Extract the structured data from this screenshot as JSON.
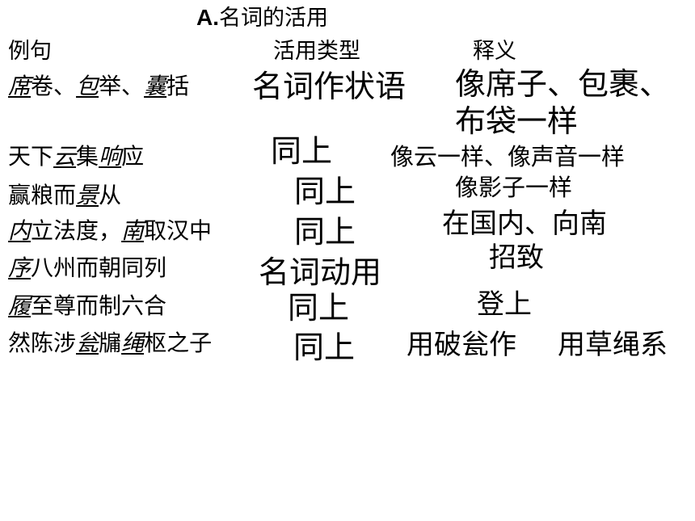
{
  "title": {
    "mark": "A.",
    "text": "名词的活用"
  },
  "headers": {
    "example": "例句",
    "type": "活用类型",
    "meaning": "释义"
  },
  "rows": [
    {
      "example": [
        {
          "t": "席",
          "em": true
        },
        {
          "t": "卷、"
        },
        {
          "t": "包",
          "em": true
        },
        {
          "t": "举、"
        },
        {
          "t": "囊",
          "em": true
        },
        {
          "t": "括"
        }
      ],
      "type": "名词作状语",
      "meaning": [
        "像席子、包裹、",
        "布袋一样"
      ]
    },
    {
      "example": [
        {
          "t": "天下"
        },
        {
          "t": "云",
          "em": true
        },
        {
          "t": "集"
        },
        {
          "t": "响",
          "em": true
        },
        {
          "t": "应"
        }
      ],
      "type": "同上",
      "meaning": [
        "像云一样、像声音一样"
      ]
    },
    {
      "example": [
        {
          "t": "赢粮而"
        },
        {
          "t": "景",
          "em": true
        },
        {
          "t": "从"
        }
      ],
      "type": "同上",
      "meaning": [
        "像影子一样"
      ]
    },
    {
      "example": [
        {
          "t": "内",
          "em": true
        },
        {
          "t": "立法度，"
        },
        {
          "t": "南",
          "em": true
        },
        {
          "t": "取汉中"
        }
      ],
      "type": "同上",
      "meaning": [
        "在国内、向南"
      ]
    },
    {
      "example": [
        {
          "t": "序",
          "em": true
        },
        {
          "t": "八州而朝同列"
        }
      ],
      "type": "名词动用",
      "meaning": [
        "招致"
      ]
    },
    {
      "example": [
        {
          "t": "履",
          "em": true
        },
        {
          "t": "至尊而制六合"
        }
      ],
      "type": "同上",
      "meaning": [
        "登上"
      ]
    },
    {
      "example": [
        {
          "t": "然陈涉"
        },
        {
          "t": "瓮",
          "em": true
        },
        {
          "t": "牖"
        },
        {
          "t": "绳",
          "em": true
        },
        {
          "t": "枢之子"
        }
      ],
      "type": "同上",
      "meaning": [
        "用破瓮作",
        "用草绳系"
      ]
    }
  ]
}
